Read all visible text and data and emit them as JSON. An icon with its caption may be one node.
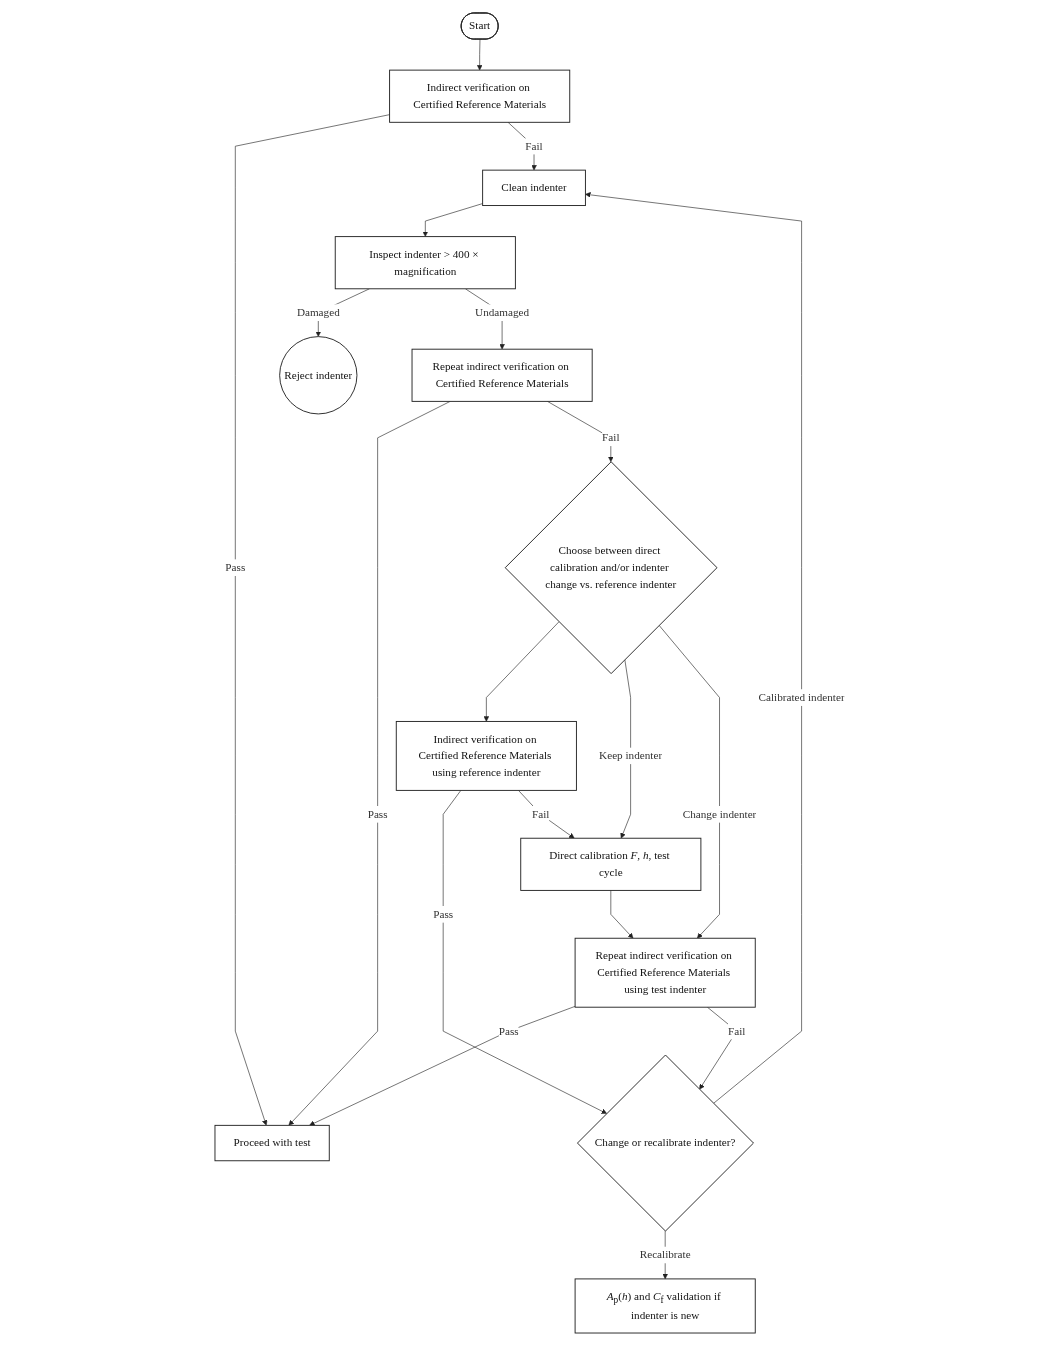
{
  "diagram": {
    "nodes": [
      {
        "text": [
          "Start"
        ]
      },
      {
        "text": [
          "*A*$_{p}$(*h*) and *C*$_{f}$ validation if indenter is new"
        ]
      },
      {
        "text": [
          "Indirect verification on Certified Reference Materials"
        ]
      },
      {
        "text": [
          "Change or recalibrate indenter?"
        ]
      },
      {
        "text": [
          "Clean indenter"
        ]
      },
      {
        "text": [
          "Reject indenter"
        ]
      },
      {
        "text": [
          "Inspect indenter > 400 × magnification"
        ]
      },
      {
        "text": [
          "Repeat indirect verification on Certified Reference Materials"
        ]
      },
      {
        "text": [
          "Indirect verification on Certified Reference Materials using reference indenter"
        ]
      },
      {
        "text": [
          "Choose between direct calibration and/or indenter change vs. reference indenter"
        ]
      },
      {
        "text": [
          "Direct calibration *F*, *h*, test cycle"
        ]
      },
      {
        "text": [
          "Repeat indirect verification on Certified Reference Materials using test indenter"
        ]
      },
      {
        "text": [
          "Proceed with test"
        ]
      }
    ],
    "edges": [
      {
        "from": 0,
        "to": 2,
        "arrow": "to"
      },
      {
        "from": 2,
        "to": 12,
        "label": "Pass",
        "arrow": "to"
      },
      {
        "from": 2,
        "to": 4,
        "label": "Fail",
        "arrow": "to"
      },
      {
        "from": 3,
        "to": 1,
        "label": "Recalibrate",
        "arrow": "to"
      },
      {
        "from": 3,
        "to": 4,
        "label": "Calibrated indenter",
        "arrow": "to"
      },
      {
        "from": 4,
        "to": 6,
        "arrow": "to"
      },
      {
        "from": 6,
        "to": 5,
        "label": "Damaged",
        "arrow": "to"
      },
      {
        "from": 6,
        "to": 7,
        "label": "Undamaged",
        "arrow": "to"
      },
      {
        "from": 7,
        "to": 12,
        "label": "Pass",
        "arrow": "to"
      },
      {
        "from": 7,
        "to": 9,
        "label": "Fail",
        "arrow": "to"
      },
      {
        "from": 8,
        "to": 3,
        "label": "Pass",
        "arrow": "to"
      },
      {
        "from": 9,
        "to": 8,
        "arrow": "to"
      },
      {
        "from": 8,
        "to": 10,
        "label": "Fail",
        "arrow": "to"
      },
      {
        "from": 9,
        "to": 10,
        "label": "Keep indenter",
        "arrow": "to"
      },
      {
        "from": 9,
        "to": 11,
        "label": "Change indenter",
        "arrow": "to"
      },
      {
        "from": 10,
        "to": 11,
        "arrow": "to"
      },
      {
        "from": 11,
        "to": 12,
        "label": "Pass",
        "arrow": "to"
      },
      {
        "from": 11,
        "to": 3,
        "label": "Fail",
        "arrow": "to"
      }
    ]
  }
}
